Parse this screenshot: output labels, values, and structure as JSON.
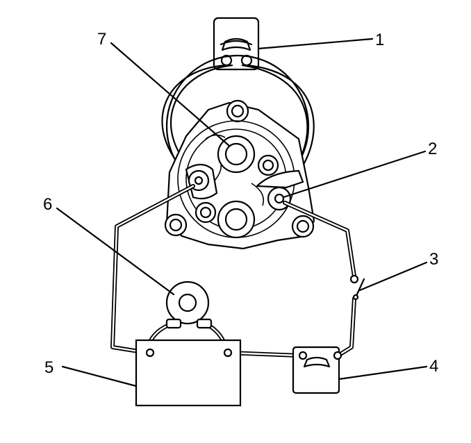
{
  "callouts": [
    {
      "id": "1",
      "label": "1"
    },
    {
      "id": "2",
      "label": "2"
    },
    {
      "id": "3",
      "label": "3"
    },
    {
      "id": "4",
      "label": "4"
    },
    {
      "id": "5",
      "label": "5"
    },
    {
      "id": "6",
      "label": "6"
    },
    {
      "id": "7",
      "label": "7"
    }
  ],
  "components": {
    "meter_top": "gauge-icon",
    "meter_bottom": "gauge-icon",
    "switch": "switch-icon",
    "battery": "battery-box",
    "relay": "relay-icon",
    "compressor": "compressor-body"
  }
}
